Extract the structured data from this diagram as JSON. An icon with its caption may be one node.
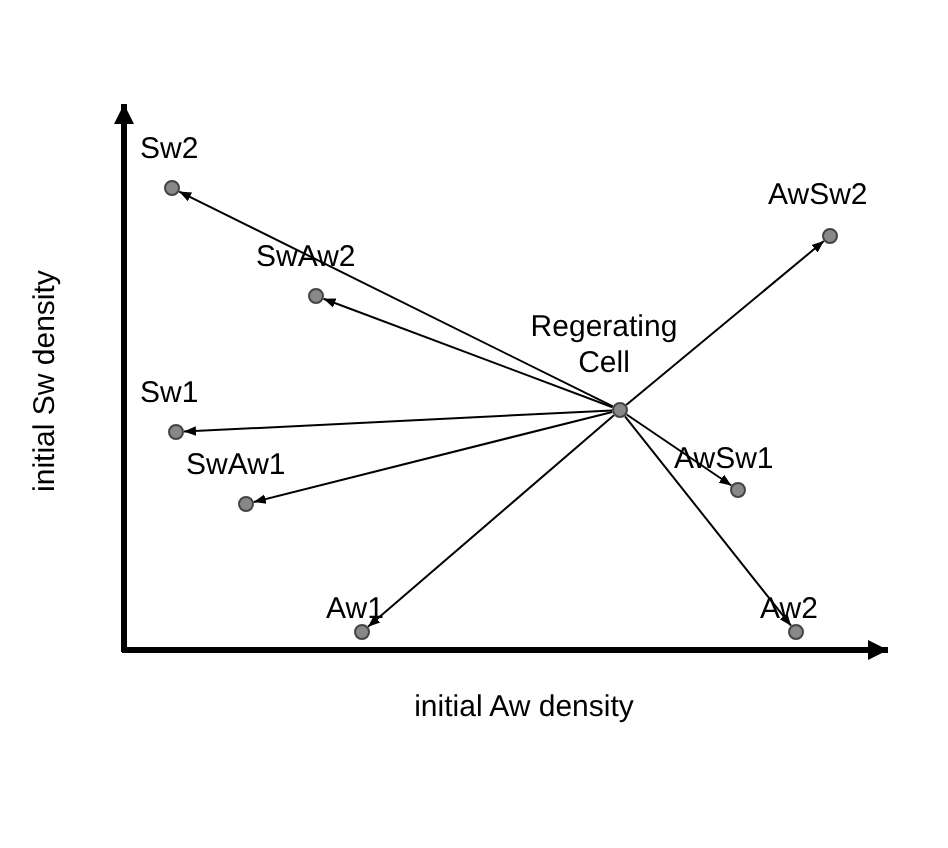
{
  "diagram": {
    "nodes": [
      {
        "text": [
          "Sw2"
        ]
      },
      {
        "text": [
          "AwSw2"
        ]
      },
      {
        "text": [
          "SwAw2"
        ]
      },
      {
        "text": [
          "Regerating Cell"
        ]
      },
      {
        "text": [
          "Sw1"
        ]
      },
      {
        "text": [
          "AwSw1"
        ]
      },
      {
        "text": [
          "SwAw1"
        ]
      },
      {
        "text": [
          "Aw1"
        ]
      },
      {
        "text": [
          "Aw2"
        ]
      }
    ],
    "edges": [
      {
        "from": 3,
        "to": 0,
        "arrow": "to"
      },
      {
        "from": 3,
        "to": 1,
        "arrow": "to"
      },
      {
        "from": 3,
        "to": 2,
        "arrow": "to"
      },
      {
        "from": 3,
        "to": 4,
        "arrow": "to"
      },
      {
        "from": 3,
        "to": 5,
        "arrow": "to"
      },
      {
        "from": 3,
        "to": 6,
        "arrow": "to"
      },
      {
        "from": 3,
        "to": 7,
        "arrow": "to"
      },
      {
        "from": 3,
        "to": 8,
        "arrow": "to"
      }
    ],
    "labels": [
      "initial Sw density",
      "initial Aw density"
    ]
  }
}
